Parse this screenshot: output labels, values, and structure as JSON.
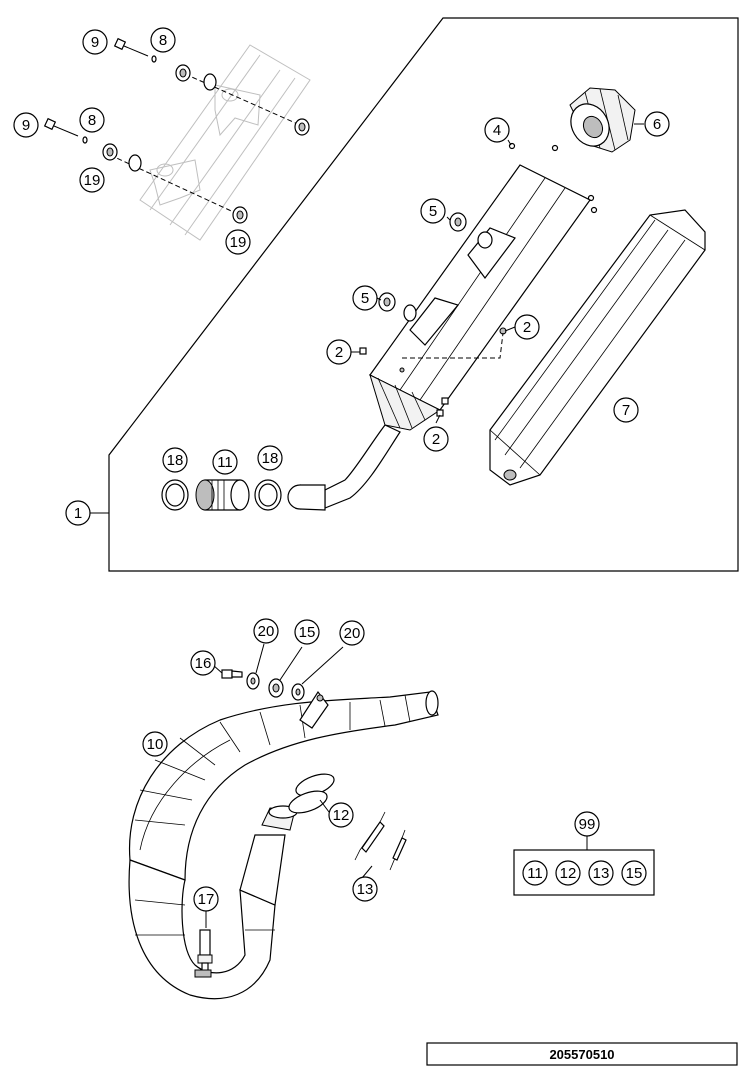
{
  "diagram": {
    "callouts": {
      "c1": "1",
      "c2a": "2",
      "c2b": "2",
      "c2c": "2",
      "c4": "4",
      "c5a": "5",
      "c5b": "5",
      "c6": "6",
      "c7": "7",
      "c8a": "8",
      "c8b": "8",
      "c9a": "9",
      "c9b": "9",
      "c10": "10",
      "c11": "11",
      "c12": "12",
      "c13": "13",
      "c15": "15",
      "c16": "16",
      "c17": "17",
      "c18a": "18",
      "c18b": "18",
      "c19a": "19",
      "c19b": "19",
      "c20a": "20",
      "c20b": "20",
      "c99": "99"
    },
    "kit_items": [
      "11",
      "12",
      "13",
      "15"
    ],
    "document_number": "205570510"
  }
}
